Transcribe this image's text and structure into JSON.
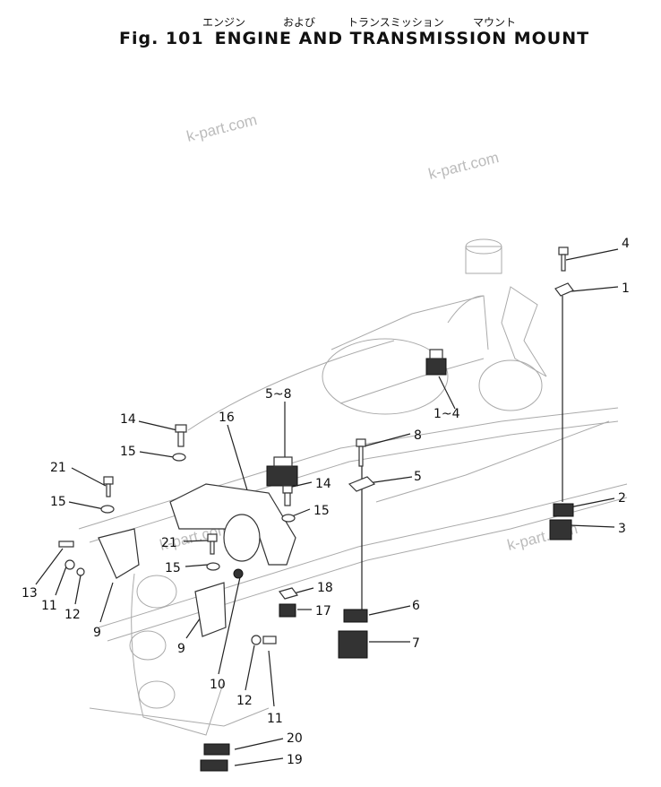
{
  "header": {
    "jp": [
      "エンジン",
      "および",
      "トランスミッション",
      "マウント"
    ],
    "fig": "Fig. 101",
    "title": "ENGINE AND TRANSMISSION MOUNT"
  },
  "watermarks": [
    "k-part.com",
    "k-part.com",
    "k-part.com",
    "k-part.com"
  ],
  "callouts": [
    "4",
    "1",
    "1~4",
    "5~8",
    "16",
    "8",
    "14",
    "14",
    "15",
    "5",
    "21",
    "15",
    "15",
    "21",
    "2",
    "3",
    "15",
    "13",
    "11",
    "12",
    "9",
    "18",
    "17",
    "6",
    "7",
    "9",
    "10",
    "12",
    "11",
    "20",
    "19"
  ]
}
